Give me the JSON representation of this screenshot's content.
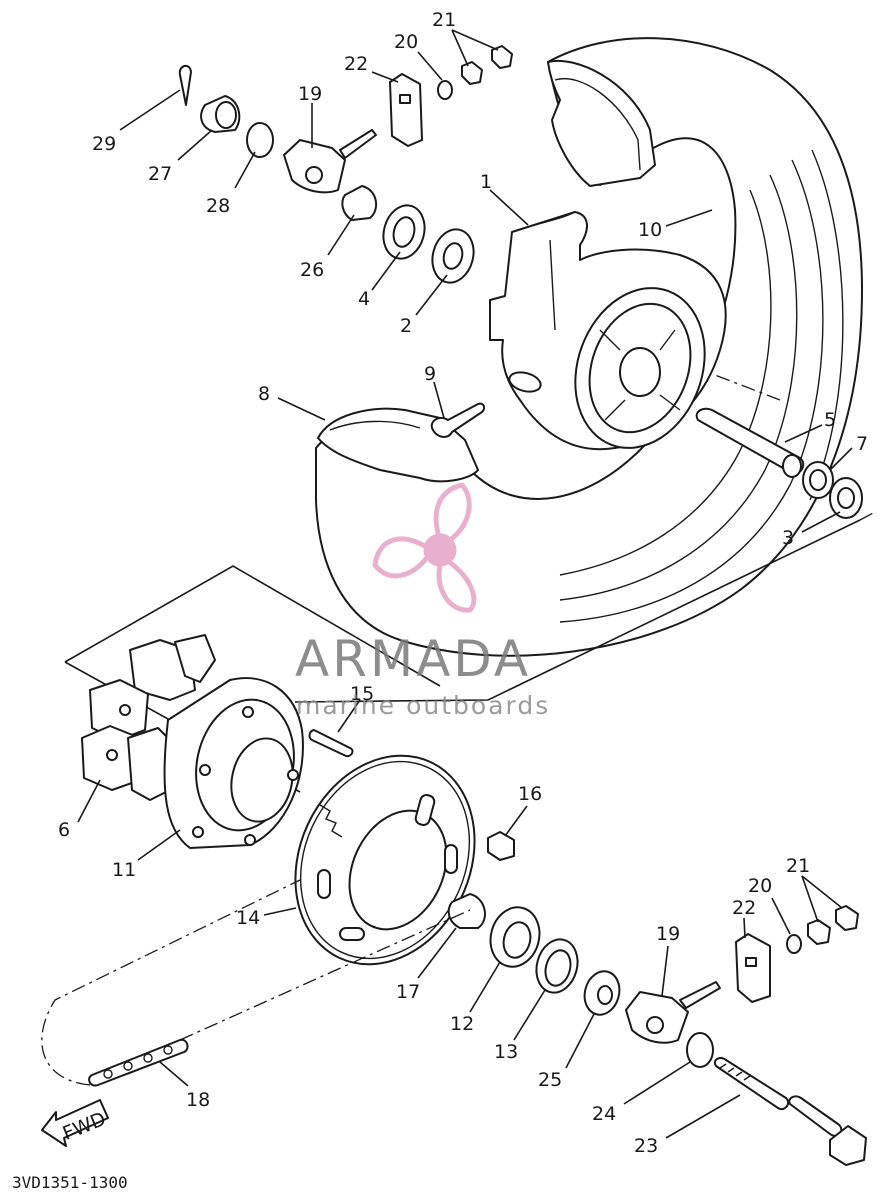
{
  "diagram": {
    "part_code": "3VD1351-1300",
    "fwd_label": "FWD",
    "callouts": [
      {
        "id": "c1",
        "text": "1"
      },
      {
        "id": "c2a",
        "text": "2"
      },
      {
        "id": "c3",
        "text": "3"
      },
      {
        "id": "c4",
        "text": "4"
      },
      {
        "id": "c5",
        "text": "5"
      },
      {
        "id": "c6",
        "text": "6"
      },
      {
        "id": "c7",
        "text": "7"
      },
      {
        "id": "c8",
        "text": "8"
      },
      {
        "id": "c9",
        "text": "9"
      },
      {
        "id": "c10",
        "text": "10"
      },
      {
        "id": "c11",
        "text": "11"
      },
      {
        "id": "c12",
        "text": "12"
      },
      {
        "id": "c13",
        "text": "13"
      },
      {
        "id": "c14",
        "text": "14"
      },
      {
        "id": "c15",
        "text": "15"
      },
      {
        "id": "c16",
        "text": "16"
      },
      {
        "id": "c17",
        "text": "17"
      },
      {
        "id": "c18",
        "text": "18"
      },
      {
        "id": "c19a",
        "text": "19"
      },
      {
        "id": "c19b",
        "text": "19"
      },
      {
        "id": "c20a",
        "text": "20"
      },
      {
        "id": "c20b",
        "text": "20"
      },
      {
        "id": "c21a",
        "text": "21"
      },
      {
        "id": "c21b",
        "text": "21"
      },
      {
        "id": "c22a",
        "text": "22"
      },
      {
        "id": "c22b",
        "text": "22"
      },
      {
        "id": "c23",
        "text": "23"
      },
      {
        "id": "c24",
        "text": "24"
      },
      {
        "id": "c25",
        "text": "25"
      },
      {
        "id": "c26",
        "text": "26"
      },
      {
        "id": "c27",
        "text": "27"
      },
      {
        "id": "c28",
        "text": "28"
      },
      {
        "id": "c29",
        "text": "29"
      }
    ]
  },
  "watermark": {
    "title": "ARMADA",
    "subtitle": "marine outboards",
    "logo_icon": "propeller-logo-icon",
    "logo_color": "#e6a3c6",
    "text_color": "#7a7a7a"
  }
}
